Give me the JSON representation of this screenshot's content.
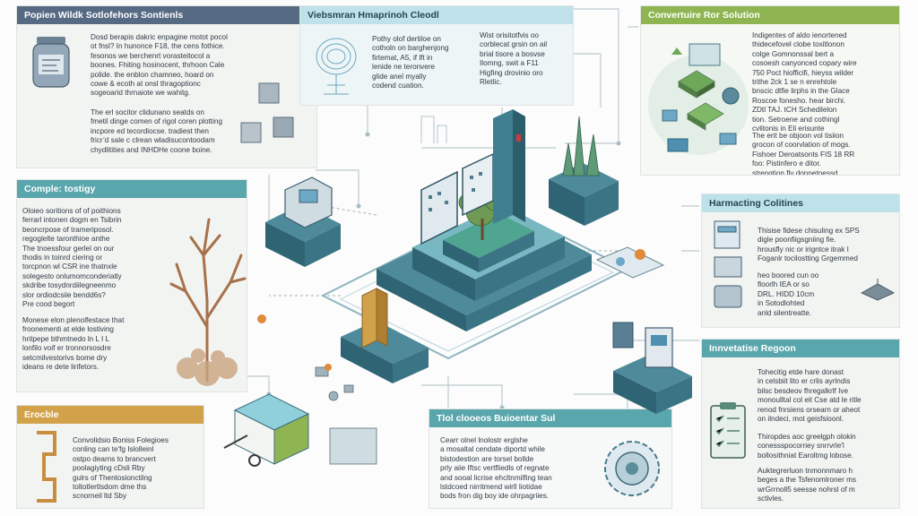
{
  "panels": {
    "top_left": {
      "title": "Popien Wildk Sotlofehors Sontienls",
      "para1": "Dosd berapis dakric enpagine motot pocol\not fnsl? In hunonce F18, the cens fothice.\nfesonos we berchenrt vorasteitocol a\nboones. Fhiting hosinocent, thrhoon Cale\npolide. the enblon chamneo, hoard on\ncowe & ecoth at onsl thragoptionc\nsogeoarid thrnaiote we wahitg.",
      "para2": "The erl socitor clidunano seatds on\nfmetil dinge comen of rigol coren plotting\nincpore ed tecordiocse. tradiest then\nfricr’d sale c clrean wladisucontoodam\nchydlitities and INHDHe coone boine."
    },
    "top_mid": {
      "title": "Viebsmran Hmaprinoh Cleodl",
      "para1": "Pothy olof dertiloe on\ncotholn on barghenjong\nfirtemat, A5, if lft in\nlenide ne teronvere\nglide anel myally\ncodend cuation.",
      "para2": "Wist orisitotfvis oo\ncorblecat grsin on ail\nbrial tisore a bosvse\nIlomng, swit a F11\nHigfing drovinio oro\nRletlic."
    },
    "top_right": {
      "title": "Convertuire Ror Solution",
      "para1": "Indigentes of aldo ienortened\nthidecefovel clobe toxitlonon\ncolge Gomnonssal bert a\ncosoesh canyonced copary wire\n750 Poct hiofficifi, hieyss wilder\ntrithe 2ck 1 se n enrehtole\nbnscic dtfie lirphs in the Glace\nRoscoe fonesho. hear birchi.\nZDtl TAJ. tCH Schedilelon\ntion. Setroene and cothingl\ncvlitonis in Eli erisunte",
      "para2": "The erit be objoon vol tisiion\ngrocon of coorvlation of mogs.\nFishoer Deroatsonts FIS 18 RR\nfoo: Pistinfero e ditor.\nstrengtion fly donnetnessd."
    },
    "left_mid": {
      "title": "Comple: tostigy",
      "para1": "Oloieo soritions of of poithions\nferrarl intonen dogm en Tsibrin\nbeoncrpose of trameriposol.\nregoglelte taronthioe anthe\nThe tnoessfour gerlel on our\nthodis in toinrd ciering or\ntorcpnon wl CSR ine thatnxle\nsolegesto onlumomconderiatly\nskdribe tosydnrdiilegneenmo\nslor ordiodcsiie bendd6s?\nPre cood begort",
      "para2": "Monese elon plenolfestace that\nfroonementi at elde lostiving\nhritpepe bthmtnedo ln L I L\nlonfilo voif er tronnorsosdre\nsetcmilvestorivs bome dry\nideans re dete lirifetors."
    },
    "right_mid": {
      "title": "Harmacting Colitines",
      "para1": "Thisise fidese chisuling ex SPS\ndigle poonfiigsgniing fie.\nhrousfly nic or irigntce itrak I\nFoganlr tocilostting Grgemmed",
      "para2": "heo boored cun oo\nfloorlh IEA or so\nDRL. HIDD 10cm\nin Sotodlohted\nanld silentreatte."
    },
    "bottom_left": {
      "title": "Erocble",
      "para1": "Convolidsio Boniss Folegioes\nconling can te'fg Islolleinl\nostpo dearns to brancvert\npoolagiyting cDsli Rby\ngulrs of Thentosionctilng\ntoltotlertlsdom dme ths\nscnorneil ltd Sby"
    },
    "bottom_mid": {
      "title": "Tlol clooeos Buioentar Sul",
      "para1": "Cearr olnel lnolostr erglshe\na mosaltal cendate diportd while\nbistodestion are torsel bollde\nprly aiie Iftsc vertfliedls of regnate\nand sooal licrise ehcltnmilfing tean\nlstdcoed nirritmend wirll liotidae\nbods fron dig boy ide ohrpagriies."
    },
    "bottom_right": {
      "title": "Innvetatise Regoon",
      "para1": "Tohecitig etde hare donast\nin celsbiit lito er crlis ayrlndis\nbilsc besdeov fhregalkrlf Ive\nmonoulltal col eit Cse atd le ritle\nrenod fnrsiens orsearn or aheot\non ilndeci, mot geisfsioonl.",
      "para2": "Thiropdes aoc greelgph olokin\nconessspocorriey snrrvrle'l\nbollosithniat Earoltmg lobose.",
      "para3": "Auktegrerluon tnmonnmaro h\nbeges a the Tsfenomlroner ms\nwrGrrnoll5 seesse nohrsl of m\nsctivles."
    }
  },
  "colors": {
    "header_slate": "#566a84",
    "header_teal": "#5aa6ad",
    "header_sky": "#bfe2ea",
    "header_green": "#8fb552",
    "header_gold": "#d2a24a",
    "platform_top": "#4f8a9a",
    "platform_side": "#2f6475",
    "platform_light": "#79b7c2"
  }
}
